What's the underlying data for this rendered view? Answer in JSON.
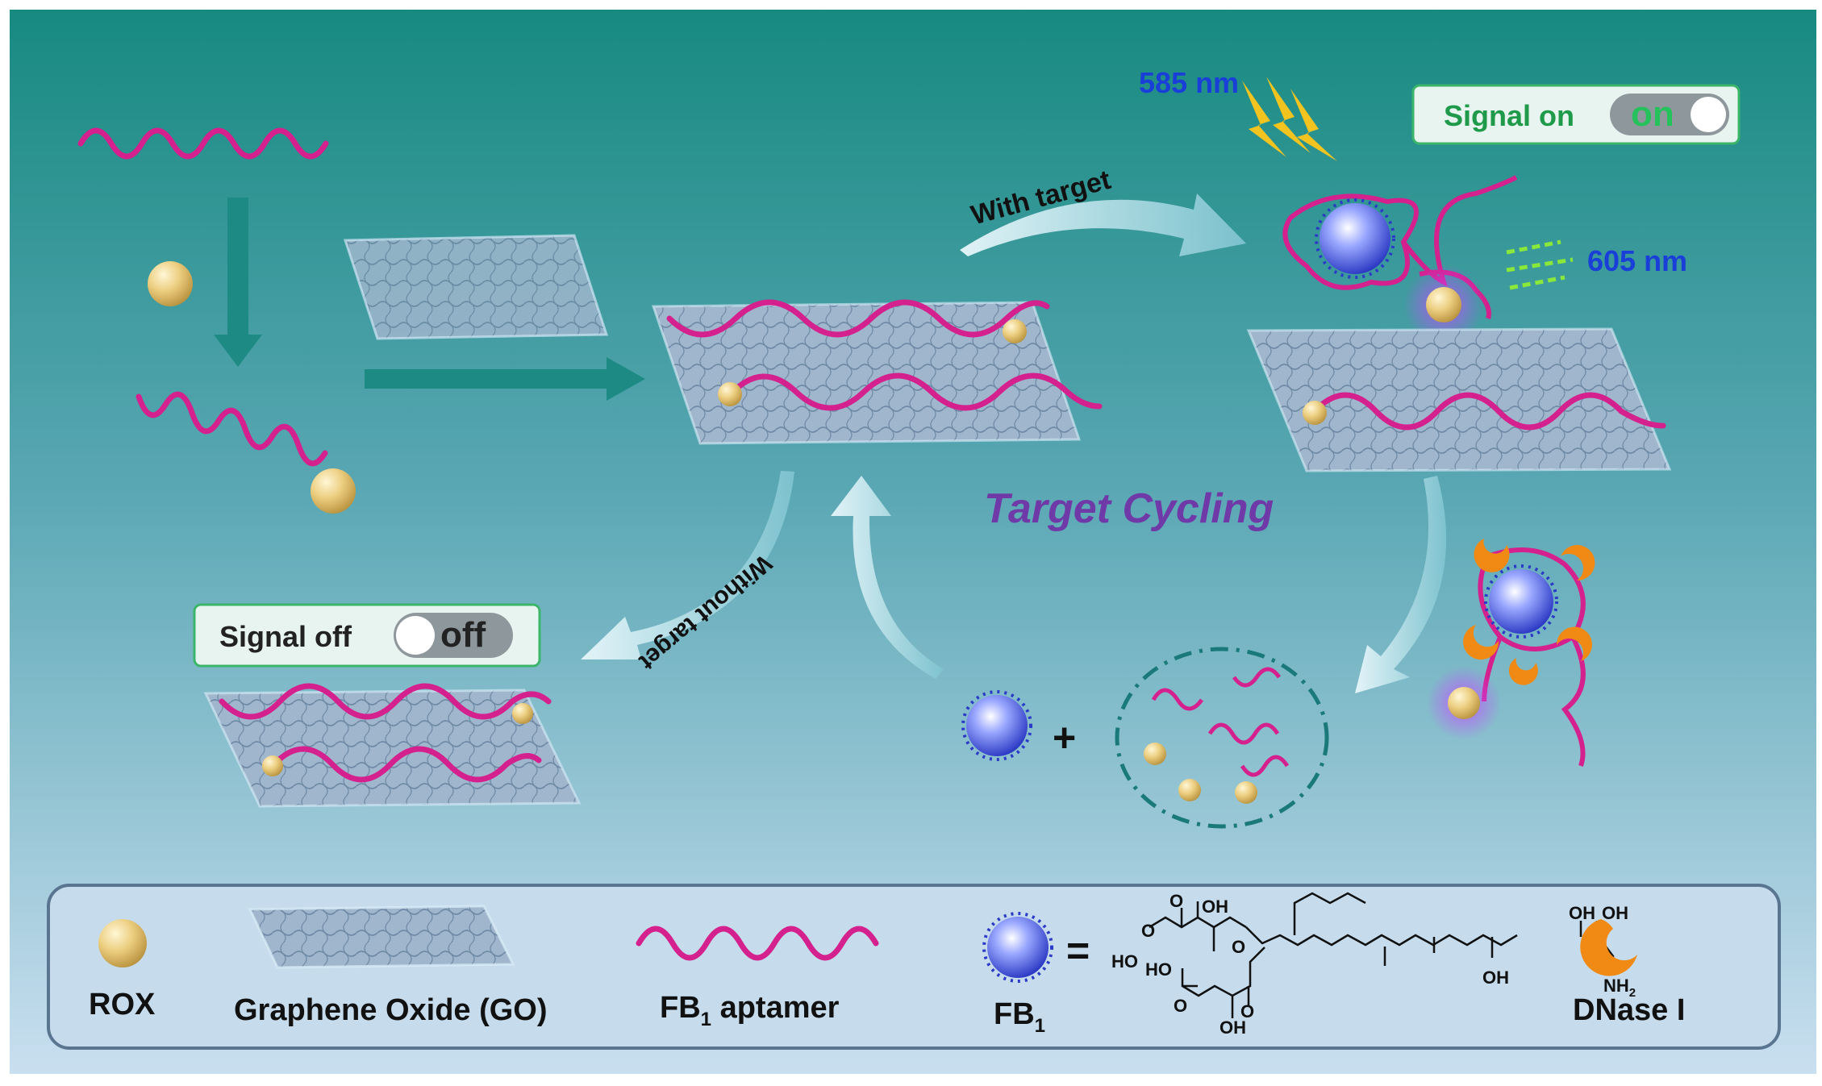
{
  "labels": {
    "excitation": "585 nm",
    "emission": "605 nm",
    "with_target": "With target",
    "without_target": "Without target",
    "target_cycling": "Target Cycling",
    "plus": "+",
    "equals": "="
  },
  "signal_on": {
    "label": "Signal on",
    "state": "on"
  },
  "signal_off": {
    "label": "Signal off",
    "state": "off"
  },
  "legend": {
    "rox": "ROX",
    "go": "Graphene Oxide (GO)",
    "aptamer_base": "FB",
    "aptamer_sub": "1",
    "aptamer_rest": " aptamer",
    "fb1_base": "FB",
    "fb1_sub": "1",
    "dnase": "DNase I",
    "chem": {
      "oh1": "OH",
      "oh_top": "O",
      "oh2": "O",
      "o3": "O",
      "ho1": "HO",
      "ho2": "HO",
      "oh_mid": "OH",
      "oh_r1": "OH",
      "oh_r2": "OH",
      "nh2": "NH",
      "nh2_sub": "2",
      "o_low1": "O",
      "o_low2": "O",
      "oh_low": "OH"
    }
  },
  "colors": {
    "bg_top": "#178a80",
    "bg_bottom": "#c9dff0",
    "aptamer": "#d4218e",
    "rox": "#e8c873",
    "go_sheet": "#8aa2bc",
    "signal_green": "#1e9a4a",
    "wavelength_blue": "#1a3fd9",
    "cycling_purple": "#6f3aa8",
    "dnase_orange": "#f08a14"
  }
}
